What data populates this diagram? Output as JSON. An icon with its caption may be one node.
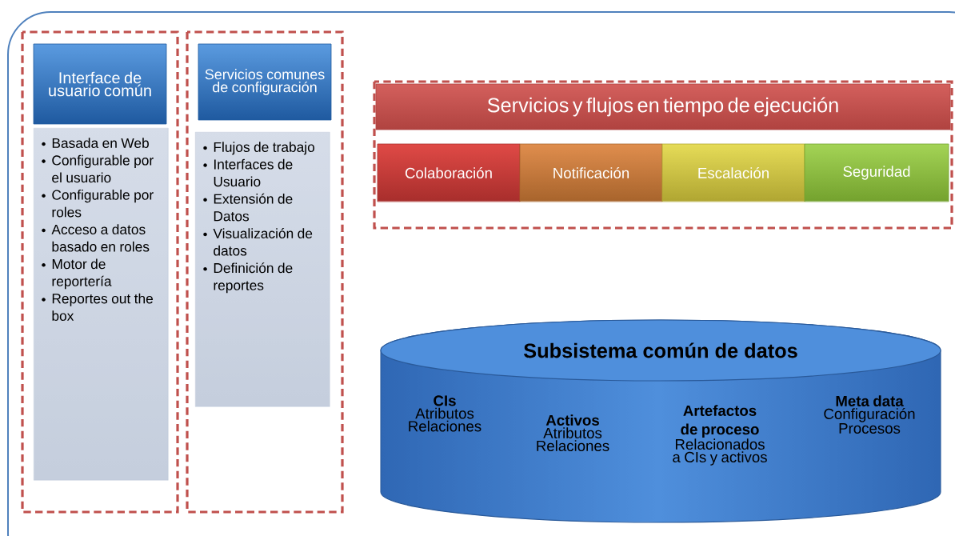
{
  "diagram": {
    "nodes": [
      {
        "text": [
          "Interface de usuario común"
        ]
      },
      {
        "text": [
          "Basada en Web",
          "Configurable por el usuario",
          "Configurable por roles",
          "Acceso a datos basado en roles",
          "Motor de reportería",
          "Reportes out the box"
        ]
      },
      {
        "text": [
          "Servicios comunes de configuración"
        ]
      },
      {
        "text": [
          "Flujos de trabajo",
          "Interfaces de Usuario",
          "Extensión de Datos",
          "Visualización de datos",
          "Definición de reportes"
        ]
      },
      {
        "text": [
          "Servicios y flujos en tiempo de ejecución"
        ]
      },
      {
        "text": [
          "Colaboración"
        ]
      },
      {
        "text": [
          "Notificación"
        ]
      },
      {
        "text": [
          "Escalación"
        ]
      },
      {
        "text": [
          "Seguridad"
        ]
      },
      {
        "text": [
          "Subsistema común de datos",
          "CIs",
          "Atributos Relaciones",
          "Activos",
          "Atributos Relaciones",
          "Artefactos de proceso",
          "Relacionados a CIs y activos",
          "Meta data",
          "Configuración Procesos"
        ]
      }
    ]
  }
}
